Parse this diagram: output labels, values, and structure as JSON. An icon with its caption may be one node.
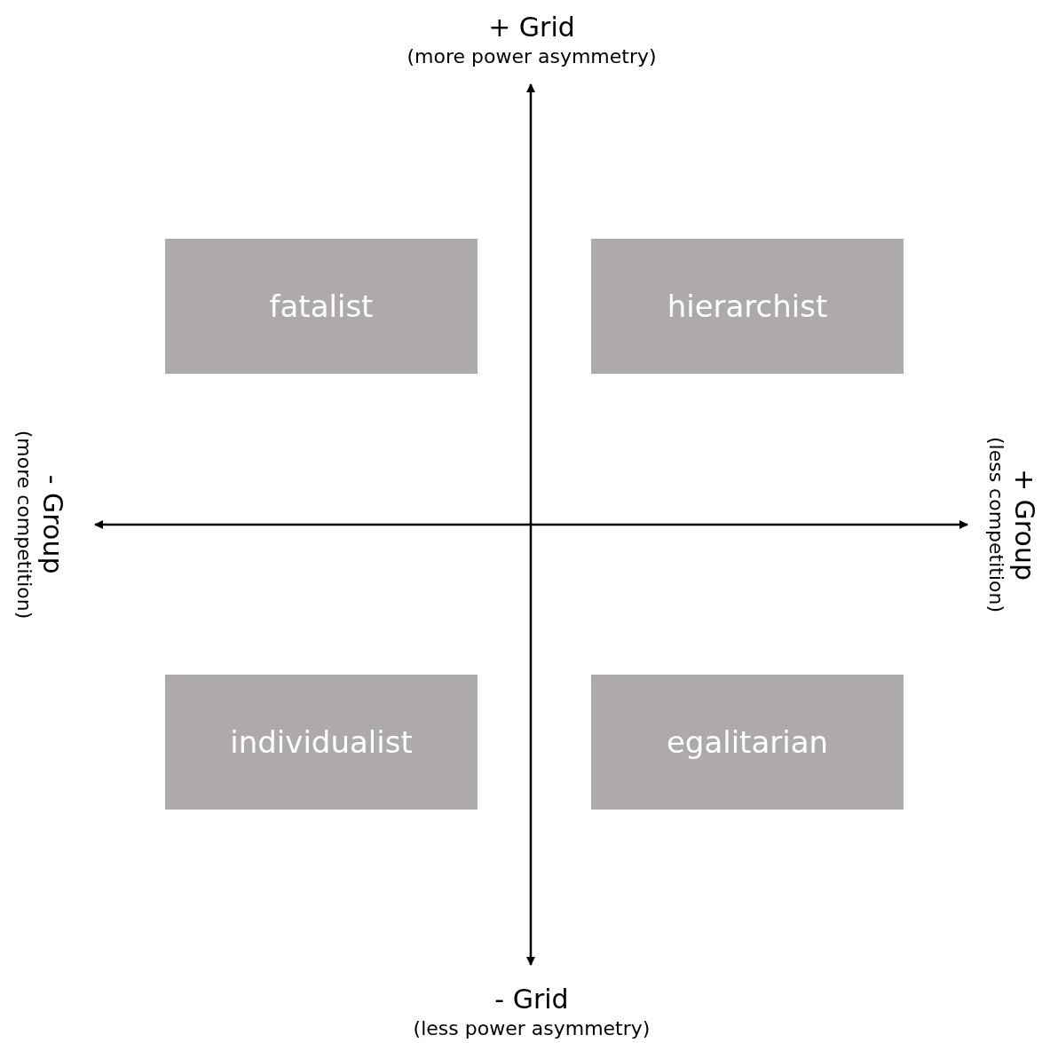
{
  "diagram": {
    "nodes": [
      {
        "text": [
          "fatalist"
        ]
      },
      {
        "text": [
          "hierarchist"
        ]
      },
      {
        "text": [
          "individualist"
        ]
      },
      {
        "text": [
          "egalitarian"
        ]
      }
    ],
    "labels": [
      "+ Grid",
      "(more power asymmetry)",
      "- Group",
      "(more competition)",
      "+ Group",
      "(less competition)",
      "- Grid",
      "(less power asymmetry)"
    ]
  }
}
